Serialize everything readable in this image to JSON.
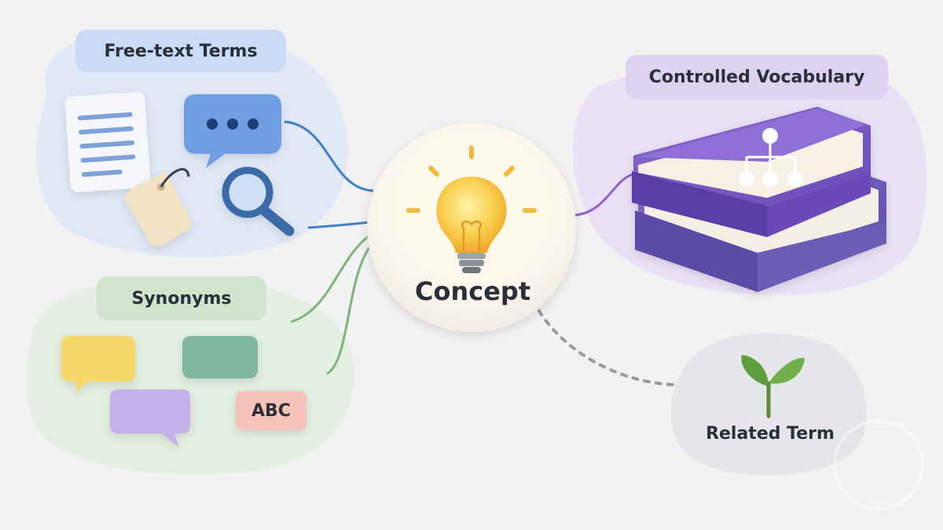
{
  "nodes": {
    "free_text": {
      "label": "Free-text Terms",
      "color": "#c9dbf6"
    },
    "controlled": {
      "label": "Controlled Vocabulary",
      "color": "#ddd2f2"
    },
    "synonyms": {
      "label": "Synonyms",
      "color": "#cfe6cc"
    },
    "concept": {
      "label": "Concept"
    },
    "related": {
      "label": "Related Term"
    }
  },
  "synonym_tokens": {
    "abc": "ABC"
  },
  "icons": [
    "document-icon",
    "chat-bubble-icon",
    "tag-icon",
    "magnifier-icon",
    "lightbulb-icon",
    "books-icon",
    "hierarchy-icon",
    "sprout-icon",
    "speech-bubble-icon"
  ],
  "colors": {
    "free_text_link": "#3f7fc4",
    "controlled_link": "#8e63c9",
    "synonym_link": "#7fb37d",
    "related_link": "#9a9a9a",
    "bulb": "#f7c646"
  }
}
